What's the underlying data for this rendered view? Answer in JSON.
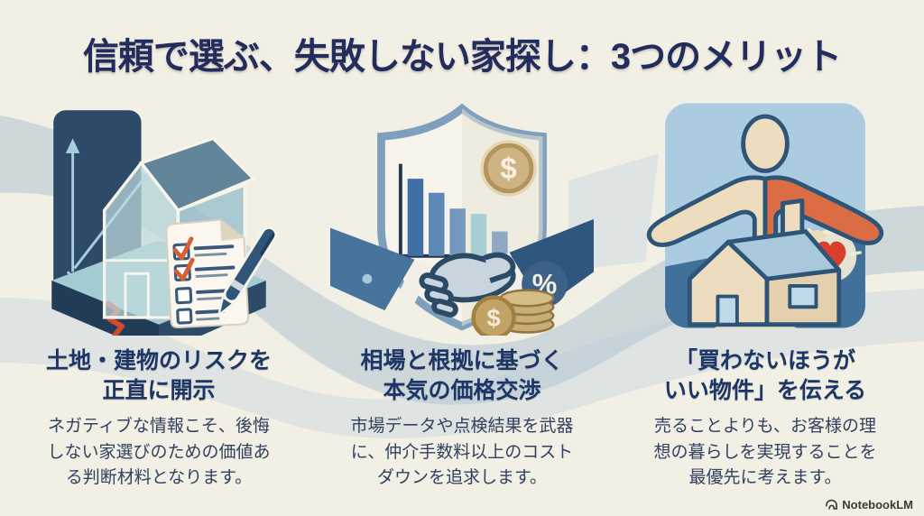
{
  "title": "信頼で選ぶ、失敗しない家探し：3つのメリット",
  "colors": {
    "background": "#f2efe5",
    "title_navy": "#222d5e",
    "heading_navy": "#1c3767",
    "body_navy": "#32415f",
    "wave_blue": "#9db7cd",
    "panel_navy": "#2d4a68",
    "accent_orange": "#d65f35",
    "suit_blue_left": "#46749c",
    "suit_blue_right": "#2f567c",
    "coin_gold": "#c9ad72",
    "sky_blue": "#aacbe0",
    "ground_blue": "#41719a",
    "shirt_orange": "#db6c44",
    "heart_red": "#d8402c",
    "cream": "#eedcbe"
  },
  "columns": [
    {
      "illustration": "transparent-house-with-checklist-and-pen",
      "heading_lines": [
        "土地・建物のリスクを",
        "正直に開示"
      ],
      "body_lines": [
        "ネガティブな情報こそ、後悔",
        "しない家選びのための価値あ",
        "る判断材料となります。"
      ]
    },
    {
      "illustration": "shield-bar-chart-handshake-and-coins",
      "heading_lines": [
        "相場と根拠に基づく",
        "本気の価格交渉"
      ],
      "body_lines": [
        "市場データや点検結果を武器",
        "に、仲介手数料以上のコスト",
        "ダウンを追求します。"
      ]
    },
    {
      "illustration": "person-embracing-house-with-heart-and-path",
      "heading_lines": [
        "「買わないほうが",
        "いい物件」を伝える"
      ],
      "body_lines": [
        "売ることよりも、お客様の理",
        "想の暮らしを実現することを",
        "最優先に考えます。"
      ]
    }
  ],
  "footer": {
    "brand": "NotebookLM"
  }
}
